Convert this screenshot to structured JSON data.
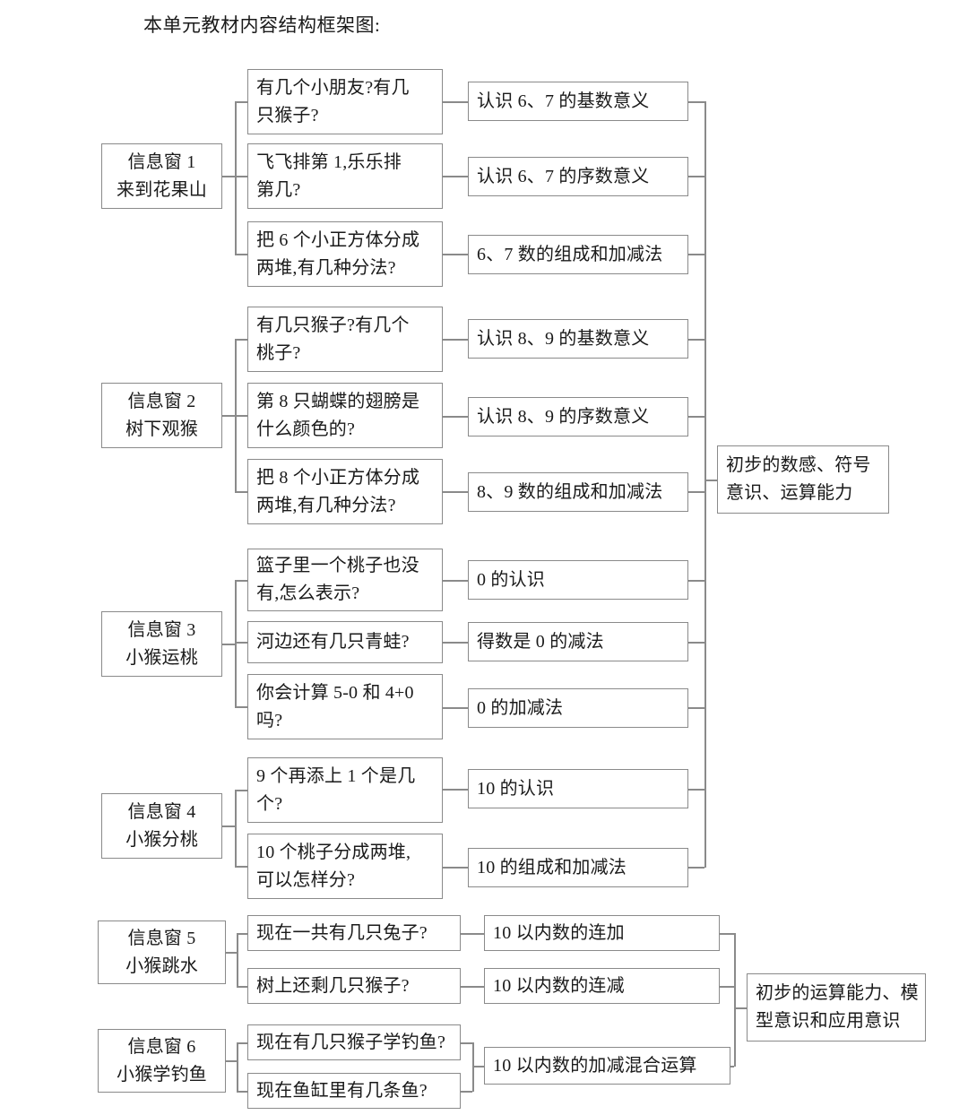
{
  "title": "本单元教材内容结构框架图:",
  "diagram": {
    "type": "tree",
    "orientation": "left-to-right",
    "groups": [
      {
        "id": "window-1",
        "source": {
          "lines": [
            "信息窗 1",
            "来到花果山"
          ]
        },
        "questions": [
          {
            "lines": [
              "有几个小朋友?有几",
              "只猴子?"
            ]
          },
          {
            "lines": [
              "飞飞排第 1,乐乐排",
              "第几?"
            ]
          },
          {
            "lines": [
              "把 6 个小正方体分成",
              "两堆,有几种分法?"
            ]
          }
        ],
        "topics": [
          {
            "lines": [
              "认识 6、7 的基数意义"
            ]
          },
          {
            "lines": [
              "认识 6、7 的序数意义"
            ]
          },
          {
            "lines": [
              "6、7 数的组成和加减法"
            ]
          }
        ]
      },
      {
        "id": "window-2",
        "source": {
          "lines": [
            "信息窗 2",
            "树下观猴"
          ]
        },
        "questions": [
          {
            "lines": [
              "有几只猴子?有几个",
              "桃子?"
            ]
          },
          {
            "lines": [
              "第 8 只蝴蝶的翅膀是",
              "什么颜色的?"
            ]
          },
          {
            "lines": [
              "把 8 个小正方体分成",
              "两堆,有几种分法?"
            ]
          }
        ],
        "topics": [
          {
            "lines": [
              "认识 8、9 的基数意义"
            ]
          },
          {
            "lines": [
              "认识 8、9 的序数意义"
            ]
          },
          {
            "lines": [
              "8、9 数的组成和加减法"
            ]
          }
        ]
      },
      {
        "id": "window-3",
        "source": {
          "lines": [
            "信息窗 3",
            "小猴运桃"
          ]
        },
        "questions": [
          {
            "lines": [
              "篮子里一个桃子也没",
              "有,怎么表示?"
            ]
          },
          {
            "lines": [
              "河边还有几只青蛙?"
            ]
          },
          {
            "lines": [
              "你会计算 5-0 和 4+0",
              "吗?"
            ]
          }
        ],
        "topics": [
          {
            "lines": [
              "0 的认识"
            ]
          },
          {
            "lines": [
              "得数是 0 的减法"
            ]
          },
          {
            "lines": [
              "0 的加减法"
            ]
          }
        ]
      },
      {
        "id": "window-4",
        "source": {
          "lines": [
            "信息窗 4",
            "小猴分桃"
          ]
        },
        "questions": [
          {
            "lines": [
              "9 个再添上 1 个是几",
              "个?"
            ]
          },
          {
            "lines": [
              "10 个桃子分成两堆,",
              "可以怎样分?"
            ]
          }
        ],
        "topics": [
          {
            "lines": [
              "10 的认识"
            ]
          },
          {
            "lines": [
              "10 的组成和加减法"
            ]
          }
        ]
      },
      {
        "id": "window-5",
        "source": {
          "lines": [
            "信息窗 5",
            "小猴跳水"
          ]
        },
        "questions": [
          {
            "lines": [
              "现在一共有几只兔子?"
            ]
          },
          {
            "lines": [
              "树上还剩几只猴子?"
            ]
          }
        ],
        "topics": [
          {
            "lines": [
              "10 以内数的连加"
            ]
          },
          {
            "lines": [
              "10 以内数的连减"
            ]
          }
        ]
      },
      {
        "id": "window-6",
        "source": {
          "lines": [
            "信息窗 6",
            "小猴学钓鱼"
          ]
        },
        "questions": [
          {
            "lines": [
              "现在有几只猴子学钓鱼?"
            ]
          },
          {
            "lines": [
              "现在鱼缸里有几条鱼?"
            ]
          }
        ],
        "topics": [
          {
            "lines": [
              "10 以内数的加减混合运算"
            ]
          }
        ]
      }
    ],
    "outcomes": [
      {
        "id": "outcome-upper",
        "lines": [
          "初步的数感、符号",
          "意识、运算能力"
        ]
      },
      {
        "id": "outcome-lower",
        "lines": [
          "初步的运算能力、模",
          "型意识和应用意识"
        ]
      }
    ]
  },
  "colors": {
    "border": "#8a8a8a",
    "text": "#1a1a1a",
    "background": "#ffffff"
  }
}
